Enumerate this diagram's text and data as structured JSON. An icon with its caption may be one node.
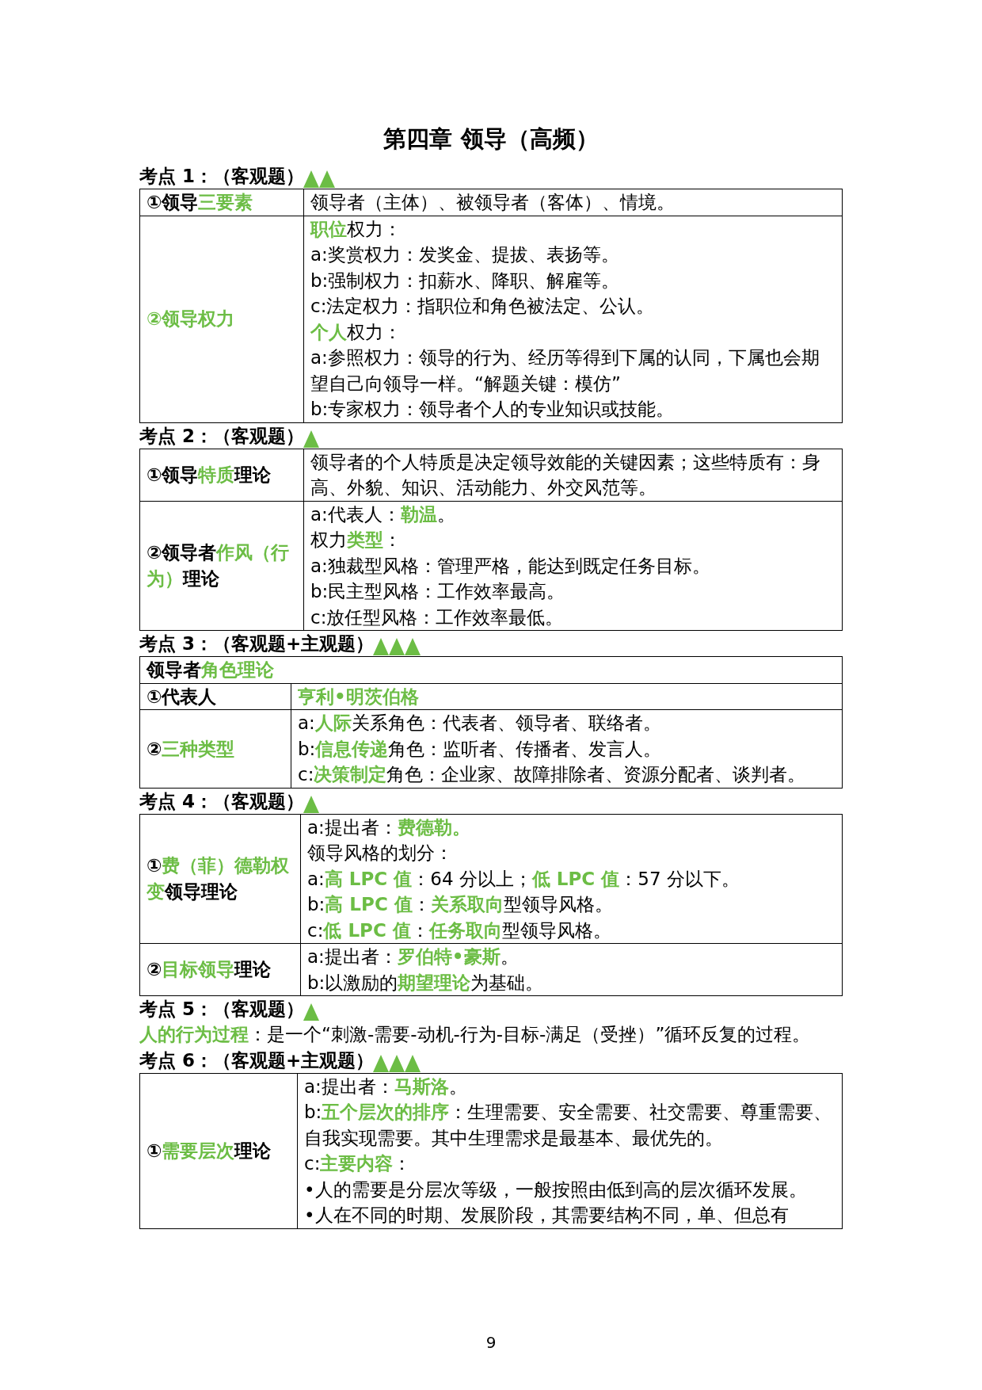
{
  "diagram": {
    "title": "第四章  领导（高频）",
    "labels": [
      "考点 1：（客观题）",
      "①领导**三要素**",
      "领导者（主体）、被领导者（客体）、情境。",
      "②领导权力",
      "**职位**权力：",
      "a:奖赏权力：发奖金、提拔、表扬等。",
      "b:强制权力：扣薪水、降职、解雇等。",
      "c:法定权力：指职位和角色被法定、公认。",
      "**个人**权力：",
      "a:参照权力：领导的行为、经历等得到下属的认同，下属也会期望自己向领导一样。“解题关键：模仿”",
      "b:专家权力：领导者个人的专业知识或技能。",
      "考点 2：（客观题）",
      "①领导**特质**理论",
      "领导者的个人特质是决定领导效能的关键因素；这些特质有：身高、外貌、知识、活动能力、外交风范等。",
      "②领导者**作风（行为）**理论",
      "a:代表人：**勒温**。",
      "权力**类型**：",
      "a:独裁型风格：管理严格，能达到既定任务目标。",
      "b:民主型风格：工作效率最高。",
      "c:放任型风格：工作效率最低。",
      "考点 3：（客观题+主观题）",
      "领导者**角色理论**",
      "①代表人",
      "亨利•明茨伯格",
      "②**三种类型**",
      "a:**人际**关系角色：代表者、领导者、联络者。",
      "b:**信息传递**角色：监听者、传播者、发言人。",
      "c:**决策制定**角色：企业家、故障排除者、资源分配者、谈判者。",
      "考点 4：（客观题）",
      "①**费（菲）德勒权变**领导理论",
      "a:提出者：**费德勒。**",
      "领导风格的划分：",
      "a:**高 LPC 值**：64 分以上；**低 LPC 值**：57 分以下。",
      "b:**高 LPC 值**：**关系取向**型领导风格。",
      "c:**低 LPC 值**：**任务取向**型领导风格。",
      "②**目标领导**理论",
      "a:提出者：**罗伯特•豪斯**。",
      "b:以激励的**期望理论**为基础。",
      "考点 5：（客观题）",
      "**人的行为过程**：是一个“刺激-需要-动机-行为-目标-满足（受挫）”循环反复的过程。",
      "考点 6：（客观题+主观题）",
      "①**需要层次**理论",
      "a:提出者：**马斯洛**。",
      "b:**五个层次的排序**：生理需要、安全需要、社交需要、尊重需要、自我实现需要。其中生理需求是最基本、最优先的。",
      "c:**主要内容**：",
      "•人的需要是分层次等级，一般按照由低到高的层次循环发展。",
      "•人在不同的时期、发展阶段，其需要结构不同，单、但总有",
      "9"
    ]
  }
}
